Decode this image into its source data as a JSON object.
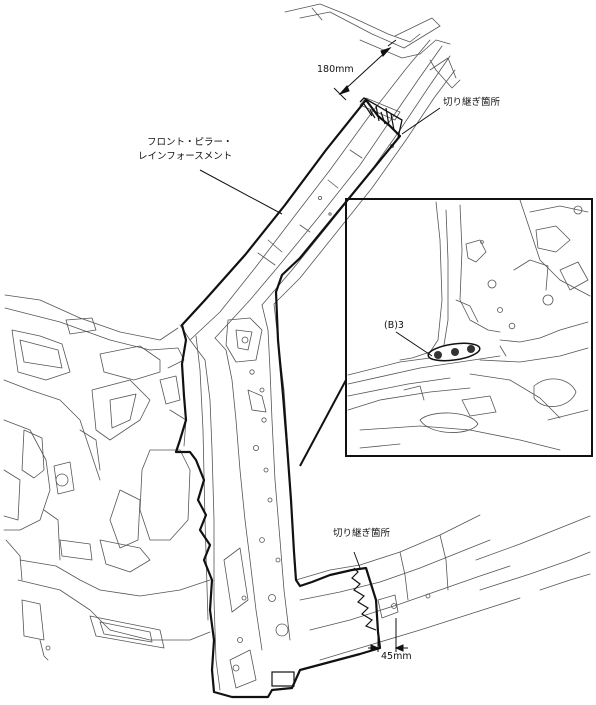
{
  "labels": {
    "pillar_line1": "フロント・ピラー・",
    "pillar_line2": "レインフォースメント",
    "upper_dim": "180mm",
    "upper_cut": "切り継ぎ箇所",
    "lower_cut": "切り継ぎ箇所",
    "lower_dim": "45mm",
    "detail_callout": "(B)3"
  }
}
